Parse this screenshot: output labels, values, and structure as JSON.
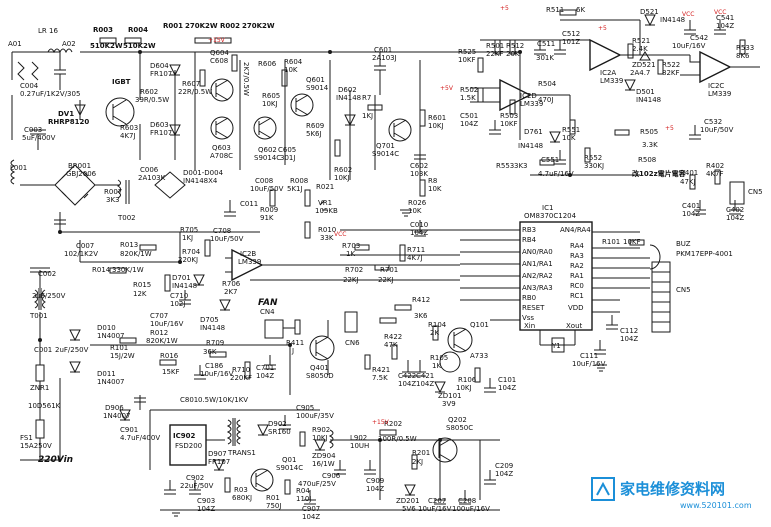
{
  "labels": {
    "lr16": "LR 16",
    "a01": "A01",
    "a02": "A02",
    "r003": "R003",
    "r003v": "510K2W",
    "r004": "R004",
    "r004v": "510K2W",
    "r001": "R001",
    "r001v": "270K2W",
    "r002": "R002",
    "r002v": "270K2W",
    "c004": "C004",
    "c004v": "0.27uF/1K2V/305",
    "dv1": "DV1",
    "dv1v": "RHRP8120",
    "c003": "C003",
    "c003v": "5uF/400V",
    "igbt": "IGBT",
    "r602": "R602",
    "r602v": "39R/0.5W",
    "r603": "R603",
    "r603v": "4K7J",
    "d604": "D604",
    "d604v": "FR107",
    "d603": "D603",
    "d603v": "FR107",
    "r607": "R607",
    "r607v": "22R/0.5W",
    "q604": "Q604",
    "c608": "C608",
    "q603": "Q603",
    "q603v": "A708C",
    "r606": "R606",
    "r606v": "2K7/0.5W",
    "q602": "Q602",
    "q602v": "S9014C",
    "r605": "R605",
    "r605v": "10KJ",
    "c605": "C605",
    "c605v": "301J",
    "r604": "R604",
    "r604v": "10K",
    "q601": "Q601",
    "q601v": "S9014",
    "r609": "R609",
    "r609v": "5K6J",
    "d602": "D602",
    "d602v": "IN4148",
    "r7": "R7",
    "r7v": "1KJ",
    "c601": "C601",
    "c601v": "2A103J",
    "r601": "R601",
    "r601v": "10KJ",
    "q701": "Q701",
    "q701v": "S9014C",
    "r602b": "R602",
    "r602bv": "10KJ",
    "c602": "C602",
    "c602v": "103K",
    "r8": "R8",
    "r8v": "10K",
    "l001": "L001",
    "br001": "BR001",
    "br001v": "GBJ2006",
    "c006": "C006",
    "c006v": "2A103K",
    "d001": "D001-D004",
    "d001v": "IN4148X4",
    "r007": "R007",
    "r007v": "3K3",
    "t002": "T002",
    "c008": "C008",
    "c008v": "10uF/50V",
    "r008": "R008",
    "r008v": "5K1J",
    "r009": "R009",
    "r009v": "91K",
    "r021": "R021",
    "vr1": "VR1",
    "vr1v": "105KB",
    "r010": "R010",
    "r010v": "33K",
    "c011": "C011",
    "r026": "R026",
    "r026v": "10K",
    "c010": "C010",
    "c010v": "104Z",
    "r703": "R703",
    "r703v": "1K",
    "r711": "R711",
    "r711v": "4K7J",
    "r702": "R702",
    "r702v": "22KJ",
    "r701": "R701",
    "r701v": "22KJ",
    "c007": "C007",
    "c007v": "102/1K2V",
    "r013": "R013",
    "r013v": "820K/1W",
    "r014": "R014",
    "r014v": "330K/1W",
    "r015": "R015",
    "r015v": "12K",
    "r705": "R705",
    "r705v": "1KJ",
    "r704": "R704",
    "r704v": "220KJ",
    "c708": "C708",
    "c708v": "10uF/50V",
    "ic2b": "IC2B",
    "ic2bv": "LM339",
    "d701": "D701",
    "d701v": "IN4148",
    "c710": "C710",
    "c710v": "102J",
    "r706": "R706",
    "r706v": "2K7",
    "c707": "C707",
    "c707v": "10uF/16V",
    "d705": "D705",
    "d705v": "IN4148",
    "c002": "C002",
    "c002v": "2uF/250V",
    "t001": "T001",
    "c001": "C001",
    "c001v": "2uF/250V",
    "d010": "D010",
    "d010v": "1N4007",
    "d011": "D011",
    "d011v": "1N4007",
    "r012": "R012",
    "r012v": "820K/1W",
    "r016": "R016",
    "r016v": "15KF",
    "r709": "R709",
    "r709v": "36K",
    "c186": "C186",
    "c186v": "10uF/16V",
    "r710": "R710",
    "r710v": "220KF",
    "c701": "C701",
    "c701v": "104Z",
    "fan": "FAN",
    "cn4": "CN4",
    "r411": "R411",
    "r411v": "J",
    "q401": "Q401",
    "q401v": "S8050D",
    "r101": "R101",
    "r101v": "15J/2W",
    "d906": "D906",
    "d906v": "1N4007",
    "znr1": "ZNR1",
    "znr1v": "10D561K",
    "fs1": "FS1",
    "fs1v": "15A250V",
    "ac": "220Vin",
    "c901": "C901",
    "c901v": "4.7uF/400V",
    "c801": "C801",
    "c801v": "0.5W/10K/1KV",
    "ic902": "IC902",
    "ic902v": "FSD200",
    "c902": "C902",
    "c902v": "22uF/50V",
    "c903": "C903",
    "c903v": "104Z",
    "r03": "R03",
    "r03v": "680KJ",
    "d907": "D907",
    "d907v": "FR107",
    "trans": "TRANS1",
    "d902": "D902",
    "d902v": "SR160",
    "q01": "Q01",
    "q01v": "S9014C",
    "r01": "R01",
    "r01v": "750J",
    "c905": "C905",
    "c905v": "100uF/35V",
    "r902": "R902",
    "r902v": "10KJ",
    "zd904": "ZD904",
    "zd904v": "16/1W",
    "l902": "L902",
    "l902v": "10UH",
    "c906": "C906",
    "c906v": "470uF/25V",
    "r04": "R04",
    "r04v": "110J",
    "c907": "C907",
    "c907v": "104Z",
    "c909": "C909",
    "c909v": "104Z",
    "r202": "R202",
    "r202v": "100R/0.5W",
    "r201": "R201",
    "r201v": "2KJ",
    "zd201": "ZD201",
    "zd201v": "5V6",
    "c207": "C207",
    "c207v": "10uF/16V",
    "c208": "C208",
    "c208v": "100uF/16V",
    "q202": "Q202",
    "q202v": "S8050C",
    "c209": "C209",
    "c209v": "104Z",
    "cn6": "CN6",
    "r422": "R422",
    "r422v": "47K",
    "r421": "R421",
    "r421v": "7.5K",
    "c422": "C422",
    "c422v": "104Z",
    "c421": "C421",
    "c421v": "104Z",
    "r412": "R412",
    "r412v": "3K6",
    "r104": "R104",
    "r104v": "2K",
    "q101": "Q101",
    "q101v": "A733",
    "r105": "R105",
    "r105v": "1K",
    "r106": "R106",
    "r106v": "10KJ",
    "c101": "C101",
    "c101v": "104Z",
    "zd101": "ZD101",
    "zd101v": "3V9",
    "ic1": "IC1",
    "ic1v": "OM8370C1204",
    "rb3": "RB3",
    "rb4": "RB4",
    "an0": "AN0/RA0",
    "an1": "AN1/RA1",
    "an2": "AN2/RA2",
    "an3": "AN3/RA3",
    "rb0": "RB0",
    "reset": "RESET",
    "vss": "Vss",
    "xin": "Xin",
    "xout": "Xout",
    "an4": "AN4/RA4",
    "ra4": "RA4",
    "ra3": "RA3",
    "ra2": "RA2",
    "ra1": "RA1",
    "rc0": "RC0",
    "rc1": "RC1",
    "vdd": "VDD",
    "y1": "Y1",
    "c111": "C111",
    "c111v": "10uF/16V",
    "c112": "C112",
    "c112v": "104Z",
    "r101b": "R101",
    "r101bv": "10KF",
    "buz": "BUZ",
    "buzv": "PKM17EPP-4001",
    "cn5": "CN5",
    "r511": "R511",
    "r511v": "6K",
    "d521": "D521",
    "d521v": "IN4148",
    "vcc": "VCC",
    "c541": "C541",
    "c541v": "104Z",
    "c542": "C542",
    "c542v": "10uF/16V",
    "r533": "R533",
    "r533v": "8K6",
    "r501": "R501",
    "r501v": "22KF",
    "r512": "R512",
    "r512v": "20K",
    "c511": "C511",
    "c511v": "301K",
    "c512": "C512",
    "c512v": "101Z",
    "ic2a": "IC2A",
    "ic2av": "LM339",
    "r521": "R521",
    "r521v": "2.4K",
    "zd521": "ZD521",
    "zd521v": "2A4.7",
    "r522": "R522",
    "r522v": "82KF",
    "ic2c": "IC2C",
    "ic2cv": "LM339",
    "d501": "D501",
    "d501v": "IN4148",
    "r525": "R525",
    "r525v": "10KF",
    "r502": "R502",
    "r502v": "1.5K",
    "ic2d": "IC2D",
    "ic2dv": "LM339",
    "r504": "R504",
    "r504v": "470J",
    "c501": "C501",
    "c501v": "104Z",
    "r503": "R503",
    "r503v": "10KF",
    "d761": "D761",
    "d761v": "IN4148",
    "r551": "R551",
    "r551v": "10K",
    "c551": "C551",
    "c551v": "4.7uF/16V",
    "r553": "R553",
    "r553v": "3K3",
    "r552": "R552",
    "r552v": "330KJ",
    "r505": "R505",
    "r505v": "3.3K",
    "c532": "C532",
    "c532v": "10uF/50V",
    "r508": "R508",
    "r508note": "改102z電片電容",
    "r401": "R401",
    "r401v": "47KJ",
    "r402": "R402",
    "r402v": "4K7F",
    "c401": "C401",
    "c401v": "104Z",
    "c402": "C402",
    "c402v": "104Z",
    "p5": "+5",
    "p15": "+15V",
    "p5v": "+5V",
    "watermark": "家电维修资料网",
    "watermark_url": "www.520101.com"
  },
  "colors": {
    "line": "#1a1a1a",
    "accent_red": "#d42020",
    "watermark": "#1b8fd8"
  }
}
